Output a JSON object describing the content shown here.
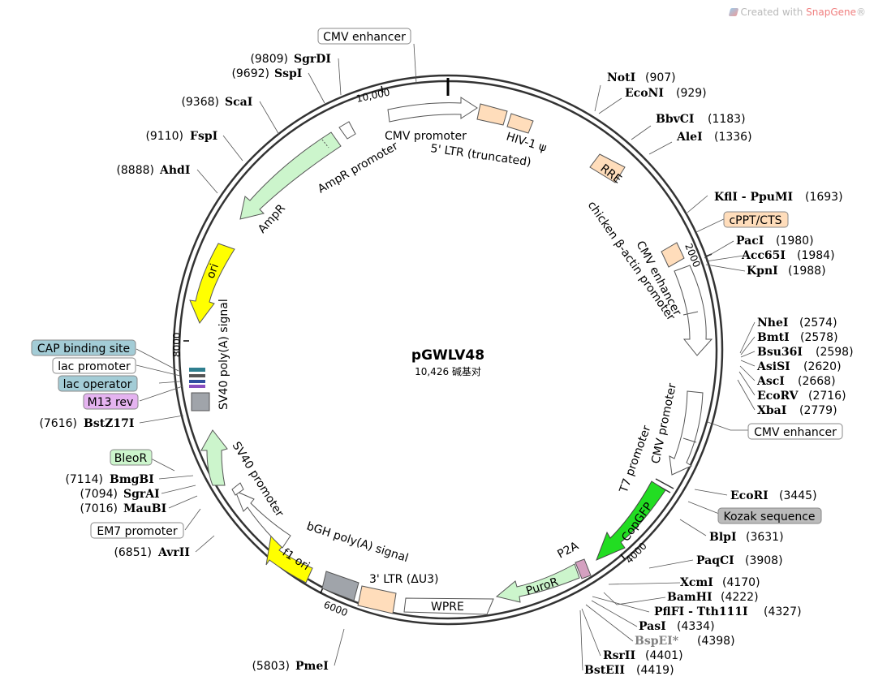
{
  "watermark": {
    "prefix": "Created with",
    "brand": "SnapGene",
    "suffix": "®"
  },
  "plasmid": {
    "name": "pGWLV48",
    "size_text": "10,426 碱基对",
    "total_bp": 10426
  },
  "colors": {
    "amp": "#ccf5cc",
    "ori": "#ffff00",
    "gfp": "#22dd22",
    "puro": "#ccf5cc",
    "ltr": "#ffddbb",
    "sv40": "#a0a4aa",
    "white": "#ffffff",
    "kozak": "#bbbbbb",
    "cap": "#a3ccd6",
    "m13": "#e5b3f0",
    "bleo": "#ccf5cc",
    "p2a": "#d4a0c0"
  },
  "ticks": [
    {
      "label": "10,000",
      "bp": 10000
    },
    {
      "label": "2000",
      "bp": 2000
    },
    {
      "label": "4000",
      "bp": 4000
    },
    {
      "label": "6000",
      "bp": 6000
    },
    {
      "label": "8000",
      "bp": 8000
    }
  ],
  "sites_right": [
    {
      "name": "NotI",
      "pos": "(907)"
    },
    {
      "name": "EcoNI",
      "pos": "(929)"
    },
    {
      "name": "BbvCI",
      "pos": "(1183)"
    },
    {
      "name": "AleI",
      "pos": "(1336)"
    },
    {
      "name": "KflI - PpuMI",
      "pos": "(1693)"
    },
    {
      "name": "PacI",
      "pos": "(1980)"
    },
    {
      "name": "Acc65I",
      "pos": "(1984)"
    },
    {
      "name": "KpnI",
      "pos": "(1988)"
    },
    {
      "name": "NheI",
      "pos": "(2574)"
    },
    {
      "name": "BmtI",
      "pos": "(2578)"
    },
    {
      "name": "Bsu36I",
      "pos": "(2598)"
    },
    {
      "name": "AsiSI",
      "pos": "(2620)"
    },
    {
      "name": "AscI",
      "pos": "(2668)"
    },
    {
      "name": "EcoRV",
      "pos": "(2716)"
    },
    {
      "name": "XbaI",
      "pos": "(2779)"
    },
    {
      "name": "EcoRI",
      "pos": "(3445)"
    },
    {
      "name": "BlpI",
      "pos": "(3631)"
    },
    {
      "name": "PaqCI",
      "pos": "(3908)"
    },
    {
      "name": "XcmI",
      "pos": "(4170)"
    },
    {
      "name": "BamHI",
      "pos": "(4222)"
    },
    {
      "name": "PflFI - Tth111I",
      "pos": "(4327)"
    },
    {
      "name": "PasI",
      "pos": "(4334)"
    },
    {
      "name": "BspEI*",
      "pos": "(4398)"
    },
    {
      "name": "RsrII",
      "pos": "(4401)"
    },
    {
      "name": "BstEII",
      "pos": "(4419)"
    }
  ],
  "sites_left": [
    {
      "name": "SgrDI",
      "pos": "(9809)"
    },
    {
      "name": "SspI",
      "pos": "(9692)"
    },
    {
      "name": "ScaI",
      "pos": "(9368)"
    },
    {
      "name": "FspI",
      "pos": "(9110)"
    },
    {
      "name": "AhdI",
      "pos": "(8888)"
    },
    {
      "name": "BstZ17I",
      "pos": "(7616)"
    },
    {
      "name": "BmgBI",
      "pos": "(7114)"
    },
    {
      "name": "SgrAI",
      "pos": "(7094)"
    },
    {
      "name": "MauBI",
      "pos": "(7016)"
    },
    {
      "name": "AvrII",
      "pos": "(6851)"
    },
    {
      "name": "PmeI",
      "pos": "(5803)"
    }
  ],
  "boxed_labels": [
    {
      "text": "CMV enhancer"
    },
    {
      "text": "cPPT/CTS"
    },
    {
      "text": "CMV enhancer"
    },
    {
      "text": "Kozak sequence"
    },
    {
      "text": "CAP binding site"
    },
    {
      "text": "lac promoter"
    },
    {
      "text": "lac operator"
    },
    {
      "text": "M13 rev"
    },
    {
      "text": "BleoR"
    },
    {
      "text": "EM7 promoter"
    }
  ],
  "feature_labels": [
    {
      "text": "CMV promoter"
    },
    {
      "text": "5' LTR (truncated)"
    },
    {
      "text": "HIV-1 ψ"
    },
    {
      "text": "RRE"
    },
    {
      "text": "chicken β-actin promoter"
    },
    {
      "text": "CMV enhancer"
    },
    {
      "text": "CMV promoter"
    },
    {
      "text": "T7 promoter"
    },
    {
      "text": "CopGFP"
    },
    {
      "text": "P2A"
    },
    {
      "text": "PuroR"
    },
    {
      "text": "WPRE"
    },
    {
      "text": "3' LTR (ΔU3)"
    },
    {
      "text": "bGH poly(A) signal"
    },
    {
      "text": "f1 ori"
    },
    {
      "text": "SV40 promoter"
    },
    {
      "text": "SV40 poly(A) signal"
    },
    {
      "text": "ori"
    },
    {
      "text": "AmpR"
    },
    {
      "text": "AmpR promoter"
    }
  ]
}
